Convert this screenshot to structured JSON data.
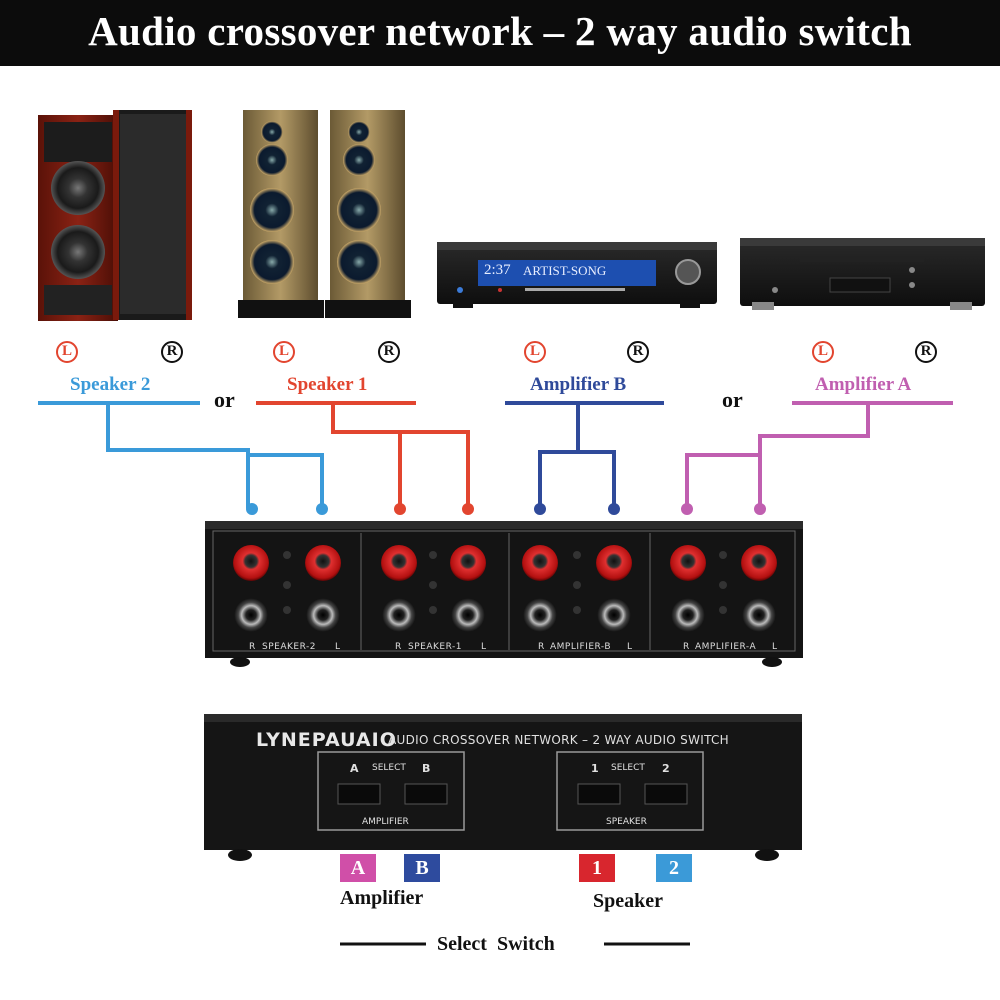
{
  "title": "Audio crossover network – 2 way audio switch",
  "colors": {
    "speaker2": "#3a9ad9",
    "speaker1": "#e2452f",
    "amplifierB": "#2f4a9a",
    "amplifierA": "#c05fb0",
    "badgeA": "#d04fa8",
    "badgeB": "#2e4b9e",
    "badge1": "#d8262e",
    "badge2": "#3b9ad8"
  },
  "channels": [
    {
      "name": "Speaker 2",
      "left_mark": "L",
      "right_mark": "R"
    },
    {
      "name": "Speaker 1",
      "left_mark": "L",
      "right_mark": "R"
    },
    {
      "name": "Amplifier B",
      "left_mark": "L",
      "right_mark": "R"
    },
    {
      "name": "Amplifier A",
      "left_mark": "L",
      "right_mark": "R"
    }
  ],
  "or_labels": [
    "or",
    "or"
  ],
  "display_screen": {
    "time": "2:37",
    "text": "ARTIST-SONG"
  },
  "back_panel_labels": {
    "speaker2": {
      "r": "R",
      "name": "SPEAKER-2",
      "l": "L"
    },
    "speaker1": {
      "r": "R",
      "name": "SPEAKER-1",
      "l": "L"
    },
    "amplifierB": {
      "r": "R",
      "name": "AMPLIFIER-B",
      "l": "L"
    },
    "amplifierA": {
      "r": "R",
      "name": "AMPLIFIER-A",
      "l": "L"
    }
  },
  "front_panel": {
    "brand": "LYNEPAUAIO",
    "subtitle": "AUDIO CROSSOVER NETWORK – 2 WAY AUDIO SWITCH",
    "amp_group": {
      "left": "A",
      "select": "SELECT",
      "right": "B",
      "caption": "AMPLIFIER"
    },
    "spk_group": {
      "left": "1",
      "select": "SELECT",
      "right": "2",
      "caption": "SPEAKER"
    }
  },
  "legend": {
    "badges": [
      "A",
      "B",
      "1",
      "2"
    ],
    "amplifier_label": "Amplifier",
    "speaker_label": "Speaker",
    "footer": "Select  Switch"
  }
}
